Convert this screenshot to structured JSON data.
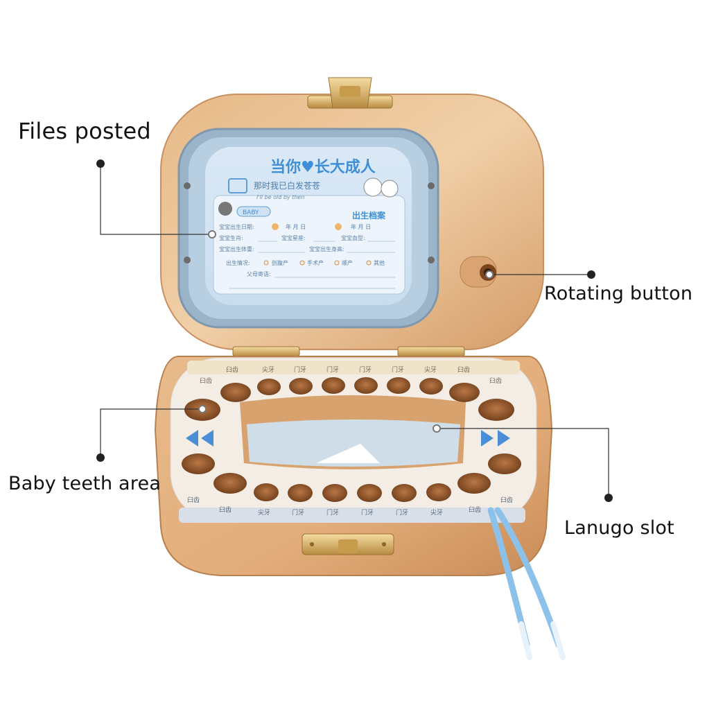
{
  "callouts": {
    "files_posted": "Files posted",
    "rotating_button": "Rotating button",
    "baby_teeth_area": "Baby teeth area",
    "lanugo_slot": "Lanugo slot"
  },
  "certificate": {
    "headline": "当你♥长大成人",
    "subline": "那时我已白发苍苍",
    "english_line": "I'll be old by then",
    "badge": "BABY",
    "archive_title": "出生档案",
    "field_birthday": "宝宝出生日期:",
    "field_zodiac": "宝宝生肖:",
    "field_star_sign": "宝宝星座:",
    "field_blood": "宝宝血型:",
    "field_weight": "宝宝出生体重:",
    "field_height": "宝宝出生身高:",
    "field_situation": "出生情况:",
    "opt_1": "剖腹产",
    "opt_2": "手术产",
    "opt_3": "顺产",
    "opt_4": "其他",
    "field_message": "父母寄语:",
    "date_unit": "年 月 日"
  },
  "tooth_labels": {
    "top": [
      "臼齿",
      "臼齿",
      "尖牙",
      "门牙",
      "门牙",
      "门牙",
      "门牙",
      "尖牙",
      "臼齿",
      "臼齿"
    ],
    "bottom": [
      "臼齿",
      "臼齿",
      "尖牙",
      "门牙",
      "门牙",
      "门牙",
      "门牙",
      "尖牙",
      "臼齿",
      "臼齿"
    ]
  },
  "colors": {
    "wood_light": "#e9c39a",
    "wood_dark": "#c98f5f",
    "frame_blue": "#a9c6de",
    "paper_blue": "#cfe2f3",
    "tweezers": "#8cc1ea",
    "brass": "#d7b06a"
  }
}
